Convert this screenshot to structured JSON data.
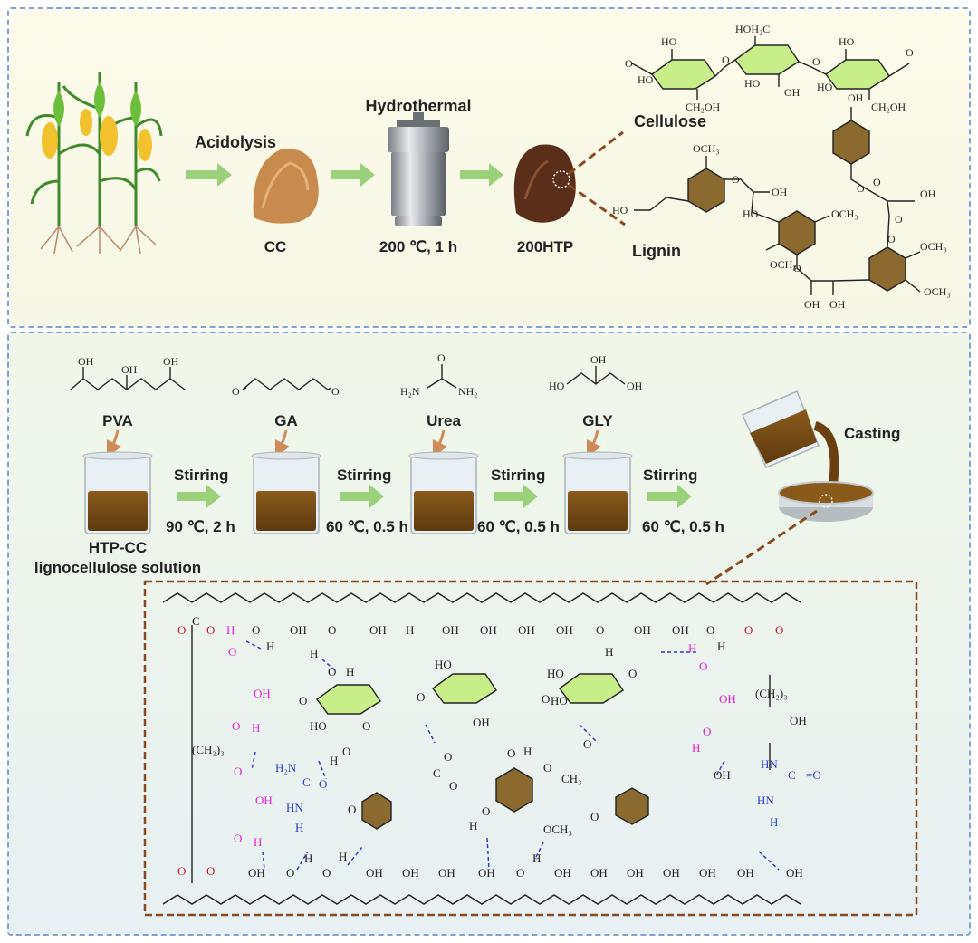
{
  "top": {
    "step_acidolysis": "Acidolysis",
    "step_hydrothermal": "Hydrothermal",
    "cc": "CC",
    "condition": "200 ℃, 1 h",
    "product": "200HTP",
    "cellulose": "Cellulose",
    "lignin": "Lignin"
  },
  "bottom": {
    "pva": "PVA",
    "ga": "GA",
    "urea": "Urea",
    "gly": "GLY",
    "casting": "Casting",
    "stirring": "Stirring",
    "cond1": "90 ℃, 2 h",
    "cond2": "60 ℃, 0.5 h",
    "cond3": "60  ℃, 0.5 h",
    "cond4": "60 ℃, 0.5 h",
    "solution_line1": "HTP-CC",
    "solution_line2": "lignocellulose solution"
  },
  "colors": {
    "arrow": "#9bd17a",
    "lignin_ring": "#8a6a2e",
    "cellulose_ring": "#c8ee8a",
    "gly": "#e020d0",
    "urea": "#2a3cc8",
    "acetal_o": "#c0142a",
    "hbond": "#2a3cc8"
  }
}
